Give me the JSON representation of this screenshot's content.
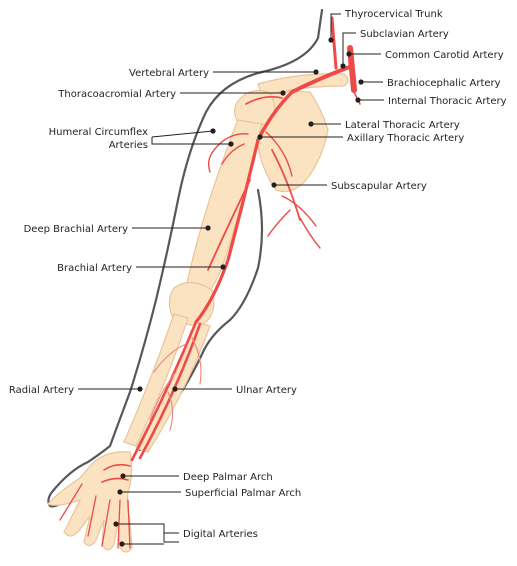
{
  "labels": {
    "thyrocervical_trunk": "Thyrocervical Trunk",
    "subclavian_artery": "Subclavian Artery",
    "common_carotid_artery": "Common Carotid Artery",
    "vertebral_artery": "Vertebral Artery",
    "brachiocephalic_artery": "Brachiocephalic Artery",
    "thoracoacromial_artery": "Thoracoacromial Artery",
    "internal_thoracic_artery": "Internal Thoracic Artery",
    "lateral_thoracic_artery": "Lateral Thoracic Artery",
    "humeral_circumflex_line1": "Humeral Circumflex",
    "humeral_circumflex_line2": "Arteries",
    "axillary_thoracic_artery": "Axillary Thoracic Artery",
    "subscapular_artery": "Subscapular Artery",
    "deep_brachial_artery": "Deep Brachial Artery",
    "brachial_artery": "Brachial Artery",
    "radial_artery": "Radial Artery",
    "ulnar_artery": "Ulnar Artery",
    "deep_palmar_arch": "Deep Palmar Arch",
    "superficial_palmar_arch": "Superficial Palmar Arch",
    "digital_arteries": "Digital Arteries"
  },
  "colors": {
    "artery": "#ee4a48",
    "artery_light": "#f08a80",
    "bone": "#fbe3c2",
    "bone_edge": "#e8c59b",
    "outline": "#58585a",
    "leader": "#231f20"
  }
}
